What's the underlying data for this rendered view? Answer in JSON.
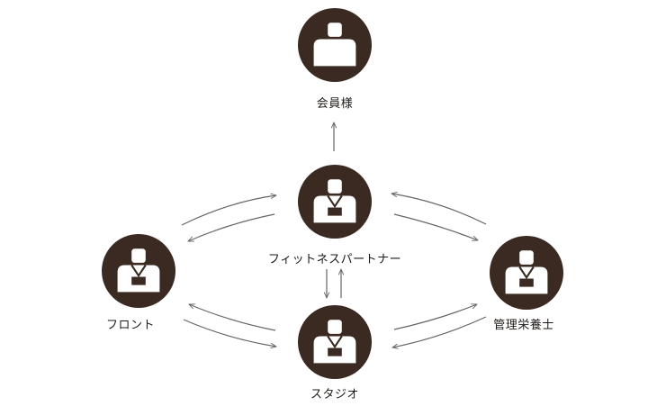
{
  "colors": {
    "node_fill": "#3a2a22",
    "figure_fill": "#ffffff",
    "arrow_stroke": "#666666",
    "label_text": "#1e1a17",
    "background": "#ffffff"
  },
  "icons": {
    "member": "person-icon",
    "staff": "staff-badge-person-icon"
  },
  "nodes": {
    "member": {
      "label": "会員様"
    },
    "trainer": {
      "label": "フィットネスパートナー"
    },
    "front": {
      "label": "フロント"
    },
    "nutritionist": {
      "label": "管理栄養士"
    },
    "studio": {
      "label": "スタジオ"
    }
  }
}
